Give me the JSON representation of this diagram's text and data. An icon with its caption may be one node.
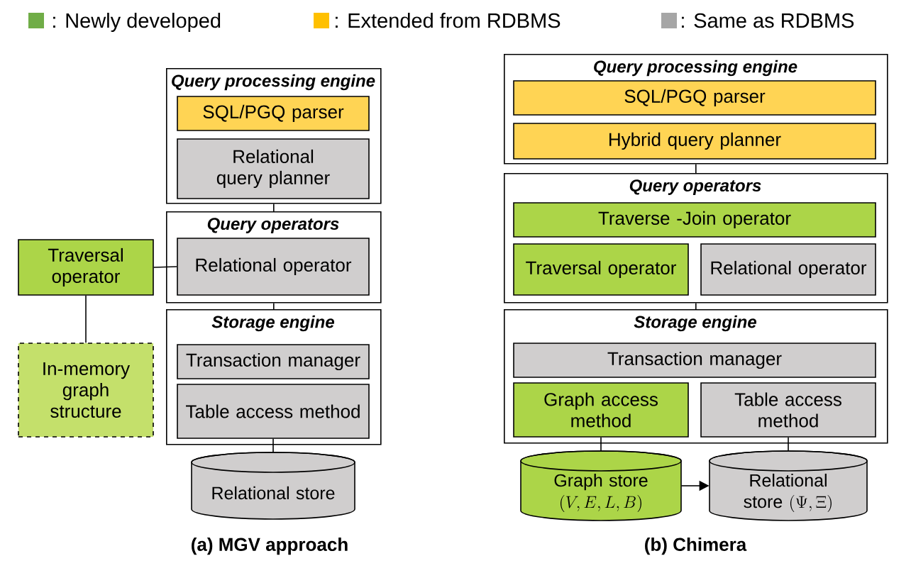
{
  "diagram": {
    "nodes": [
      {
        "text": [
          "Query processing engine"
        ]
      },
      {
        "text": [
          "SQL/PGQ parser"
        ],
        "in": 0
      },
      {
        "text": [
          "Relational query planner"
        ],
        "in": 0
      },
      {
        "text": [
          "Query operators"
        ]
      },
      {
        "text": [
          "Relational operator"
        ],
        "in": 3
      },
      {
        "text": [
          "Traversal operator"
        ]
      },
      {
        "text": [
          "In-memory graph structure"
        ]
      },
      {
        "text": [
          "Storage engine"
        ]
      },
      {
        "text": [
          "Transaction manager"
        ],
        "in": 7
      },
      {
        "text": [
          "Table access method"
        ],
        "in": 7
      },
      {
        "text": [
          "Relational store"
        ]
      },
      {
        "text": [
          "Query processing engine"
        ]
      },
      {
        "text": [
          "SQL/PGQ parser"
        ],
        "in": 11
      },
      {
        "text": [
          "Hybrid query planner"
        ],
        "in": 11
      },
      {
        "text": [
          "Query operators"
        ]
      },
      {
        "text": [
          "Traverse -Join operator"
        ],
        "in": 14
      },
      {
        "text": [
          "Traversal operator"
        ],
        "in": 14
      },
      {
        "text": [
          "Relational operator"
        ],
        "in": 14
      },
      {
        "text": [
          "Storage engine"
        ]
      },
      {
        "text": [
          "Transaction manager"
        ],
        "in": 18
      },
      {
        "text": [
          "Graph access method"
        ],
        "in": 18
      },
      {
        "text": [
          "Table access method"
        ],
        "in": 18
      },
      {
        "text": [
          "Graph store",
          "(V,E,L,B)"
        ]
      },
      {
        "text": [
          "Relational store",
          "(\\Psi,\\Xi)"
        ]
      }
    ],
    "edges": [
      {
        "from": 0,
        "to": 3,
        "arrow": "none"
      },
      {
        "from": 3,
        "to": 7,
        "arrow": "none"
      },
      {
        "from": 5,
        "to": 4,
        "arrow": "none"
      },
      {
        "from": 5,
        "to": 6,
        "arrow": "none"
      },
      {
        "from": 9,
        "to": 10,
        "arrow": "none"
      },
      {
        "from": 11,
        "to": 14,
        "arrow": "none"
      },
      {
        "from": 14,
        "to": 18,
        "arrow": "none"
      },
      {
        "from": 20,
        "to": 22,
        "arrow": "none"
      },
      {
        "from": 21,
        "to": 23,
        "arrow": "none"
      },
      {
        "from": 22,
        "to": 23,
        "arrow": "to"
      }
    ],
    "labels": [
      "(a) MGV approach",
      "(b) Chimera"
    ],
    "legend": [
      {
        "text": ": Newly developed",
        "color": "#70ad47"
      },
      {
        "text": ": Extended from RDBMS",
        "color": "#ffc000"
      },
      {
        "text": ": Same as RDBMS",
        "color": "#a6a6a6"
      }
    ]
  }
}
